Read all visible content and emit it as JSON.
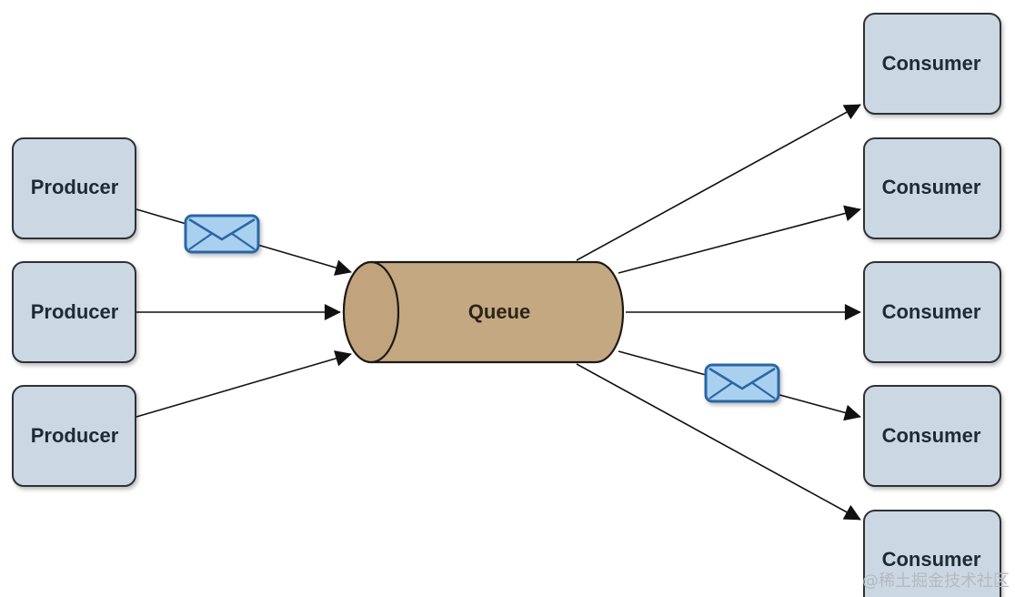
{
  "producers": [
    {
      "label": "Producer"
    },
    {
      "label": "Producer"
    },
    {
      "label": "Producer"
    }
  ],
  "queue": {
    "label": "Queue"
  },
  "consumers": [
    {
      "label": "Consumer"
    },
    {
      "label": "Consumer"
    },
    {
      "label": "Consumer"
    },
    {
      "label": "Consumer"
    },
    {
      "label": "Consumer"
    }
  ],
  "message_icons": [
    "envelope-icon",
    "envelope-icon"
  ],
  "watermark": "@稀土掘金技术社区",
  "colors": {
    "node_fill": "#cbd8e4",
    "node_stroke": "#2f3336",
    "queue_fill": "#c4a882",
    "queue_stroke": "#1d1a16",
    "envelope_fill": "#a9d1ef",
    "envelope_stroke": "#2b66a6",
    "arrow": "#111111"
  }
}
